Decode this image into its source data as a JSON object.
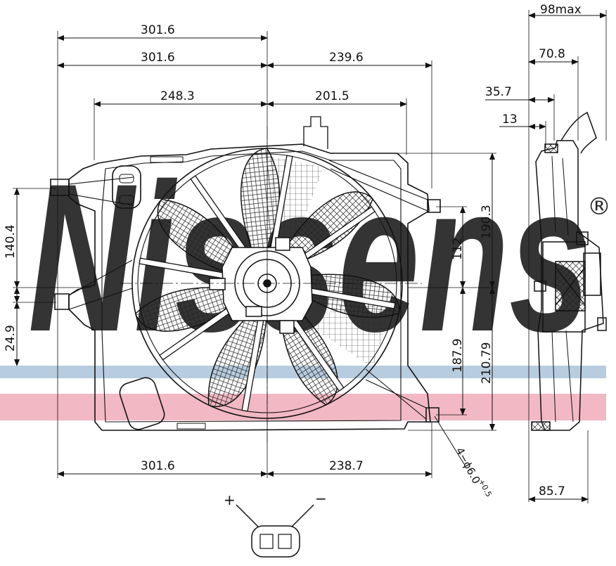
{
  "watermark": {
    "brand": "Nissens",
    "registered": "®",
    "band_blue": "#b8ccdf",
    "band_pink": "#f2b8c3",
    "letter_color": "#9fb9d3"
  },
  "dimensions": {
    "top_overall_left": "301.6",
    "top_left": "301.6",
    "top_right": "239.6",
    "inner_left": "248.3",
    "inner_right": "201.5",
    "bottom_left": "301.6",
    "bottom_right": "238.7",
    "left_upper": "140.4",
    "left_lower": "24.9",
    "right_112": "112",
    "right_190": "190.3",
    "right_187": "187.9",
    "right_210": "210.79",
    "hole_note": "4−ϕ6.0",
    "hole_tol": "+0.5",
    "side_98": "98max",
    "side_70": "70.8",
    "side_35": "35.7",
    "side_13": "13",
    "side_85": "85.7"
  },
  "connector": {
    "plus": "+",
    "minus": "−"
  }
}
